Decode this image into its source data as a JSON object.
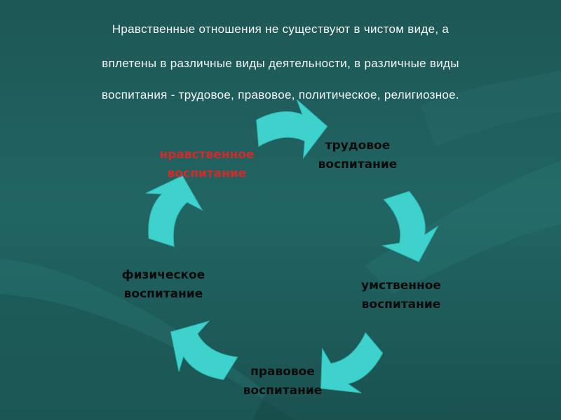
{
  "slide": {
    "headline_lines": [
      "Нравственные отношения не существуют в чистом виде, а",
      "вплетены в различные виды деятельности, в различные виды",
      "воспитания - трудовое, правовое, политическое, религиозное."
    ]
  },
  "cycle": {
    "nodes": [
      {
        "id": "moral",
        "line1": "нравственное",
        "line2": "воспитание",
        "color": "#d42a2a"
      },
      {
        "id": "labor",
        "line1": "трудовое",
        "line2": "воспитание",
        "color": "#0b0b0b"
      },
      {
        "id": "mental",
        "line1": "умственное",
        "line2": "воспитание",
        "color": "#0b0b0b"
      },
      {
        "id": "legal",
        "line1": "правовое",
        "line2": "воспитание",
        "color": "#0b0b0b"
      },
      {
        "id": "physical",
        "line1": "физическое",
        "line2": "воспитание",
        "color": "#0b0b0b"
      }
    ],
    "arrow_color": "#3fd1cc",
    "arrow_count": 5
  }
}
